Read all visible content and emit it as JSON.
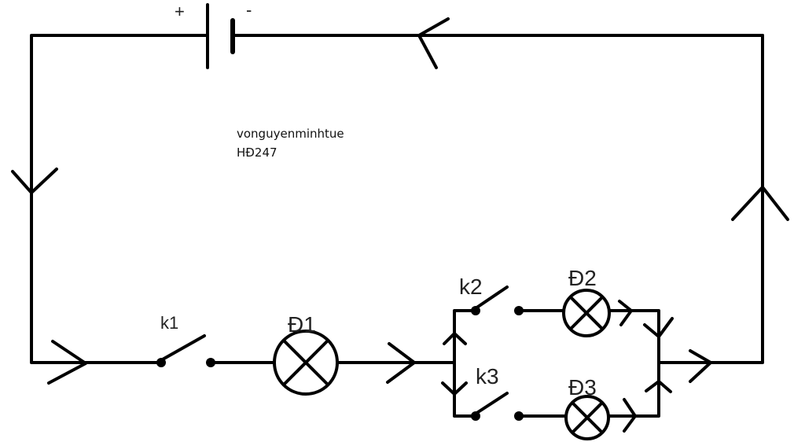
{
  "battery": {
    "plus": "+",
    "minus": "-"
  },
  "note": {
    "line1": "vonguyenminhtue",
    "line2": "HĐ247"
  },
  "switches": {
    "k1": "k1",
    "k2": "k2",
    "k3": "k3"
  },
  "lamps": {
    "d1": "Đ1",
    "d2": "Đ2",
    "d3": "Đ3"
  }
}
